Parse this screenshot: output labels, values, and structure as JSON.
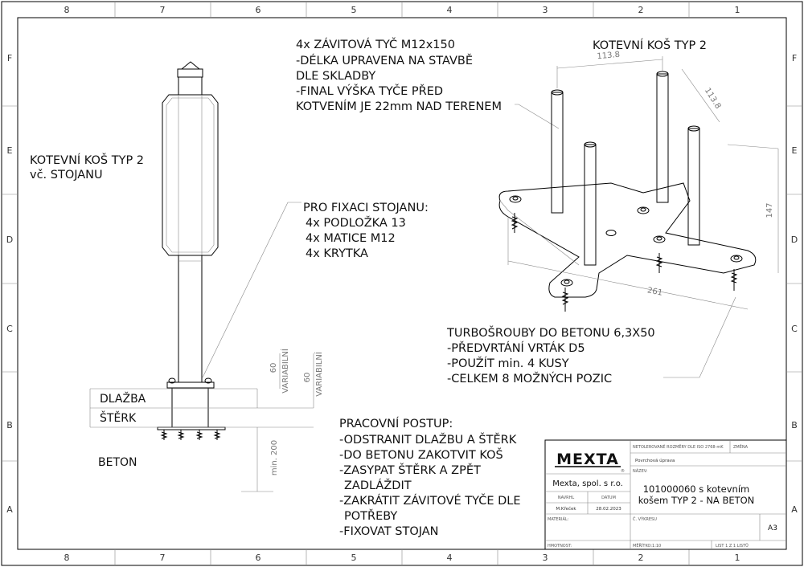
{
  "grid": {
    "columns": [
      "8",
      "7",
      "6",
      "5",
      "4",
      "3",
      "2",
      "1"
    ],
    "rows": [
      "F",
      "E",
      "D",
      "C",
      "B",
      "A"
    ]
  },
  "left_view": {
    "title_line1": "KOTEVNÍ KOŠ TYP 2",
    "title_line2": "vč. STOJANU",
    "layer_dlazba": "DLAŽBA",
    "layer_sterk": "ŠTĚRK",
    "layer_beton": "BETON",
    "dim_60_a": "60",
    "dim_variabilni_a": "VARIABILNÍ",
    "dim_60_b": "60",
    "dim_variabilni_b": "VARIABILNÍ",
    "dim_min200": "min. 200"
  },
  "note_rod": {
    "line1": "4x ZÁVITOVÁ TYČ M12x150",
    "line2": "-DÉLKA UPRAVENA NA STAVBĚ",
    "line3": "DLE SKLADBY",
    "line4": "-FINAL VÝŠKA TYČE PŘED",
    "line5": "KOTVENÍM JE 22mm NAD TERENEM"
  },
  "note_fix": {
    "line1": "PRO FIXACI STOJANU:",
    "line2": "4x PODLOŽKA 13",
    "line3": "4x MATICE M12",
    "line4": "4x KRYTKA"
  },
  "iso_view": {
    "title": "KOTEVNÍ KOŠ TYP 2",
    "dim_113_a": "113.8",
    "dim_113_b": "113.8",
    "dim_147": "147",
    "dim_261": "261"
  },
  "note_screws": {
    "line1": "TURBOŠROUBY DO BETONU 6,3X50",
    "line2": "-PŘEDVRTÁNÍ VRTÁK D5",
    "line3": "-POUŽÍT min. 4 KUSY",
    "line4": "-CELKEM 8 MOŽNÝCH POZIC"
  },
  "procedure": {
    "title": "PRACOVNÍ POSTUP:",
    "line1": "-ODSTRANIT DLAŽBU A ŠTĚRK",
    "line2": "-DO BETONU ZAKOTVIT KOŠ",
    "line3": "-ZASYPAT ŠTĚRK A ZPĚT",
    "line4": "ZADLÁŽDIT",
    "line5": "-ZAKRÁTIT ZÁVITOVÉ TYČE DLE",
    "line6": "POTŘEBY",
    "line7": "-FIXOVAT STOJAN"
  },
  "title_block": {
    "logo": "MEXTA",
    "logo_mark": "®",
    "company": "Mexta, spol. s r.o.",
    "col_navrhl": "NAVRHL",
    "col_datum": "DATUM",
    "author": "M.Křeček",
    "date": "28.02.2023",
    "tolerance": "NETOLEROVANÉ ROZMĚRY DLE ISO 2768-mK",
    "zmena": "ZMĚNA",
    "surface": "Povrchová úprava",
    "nazev_label": "NÁZEV:",
    "name_line1": "101000060 s kotevním",
    "name_line2": "košem TYP 2 - NA BETON",
    "material": "MATERIÁL:",
    "cislo_vykresu": "Č. VÝKRESU",
    "format": "A3",
    "hmotnost": "HMOTNOST:",
    "meritko": "MĚŘÍTKO:1:10",
    "list": "LIST 1 Z 1 LISTŮ"
  }
}
